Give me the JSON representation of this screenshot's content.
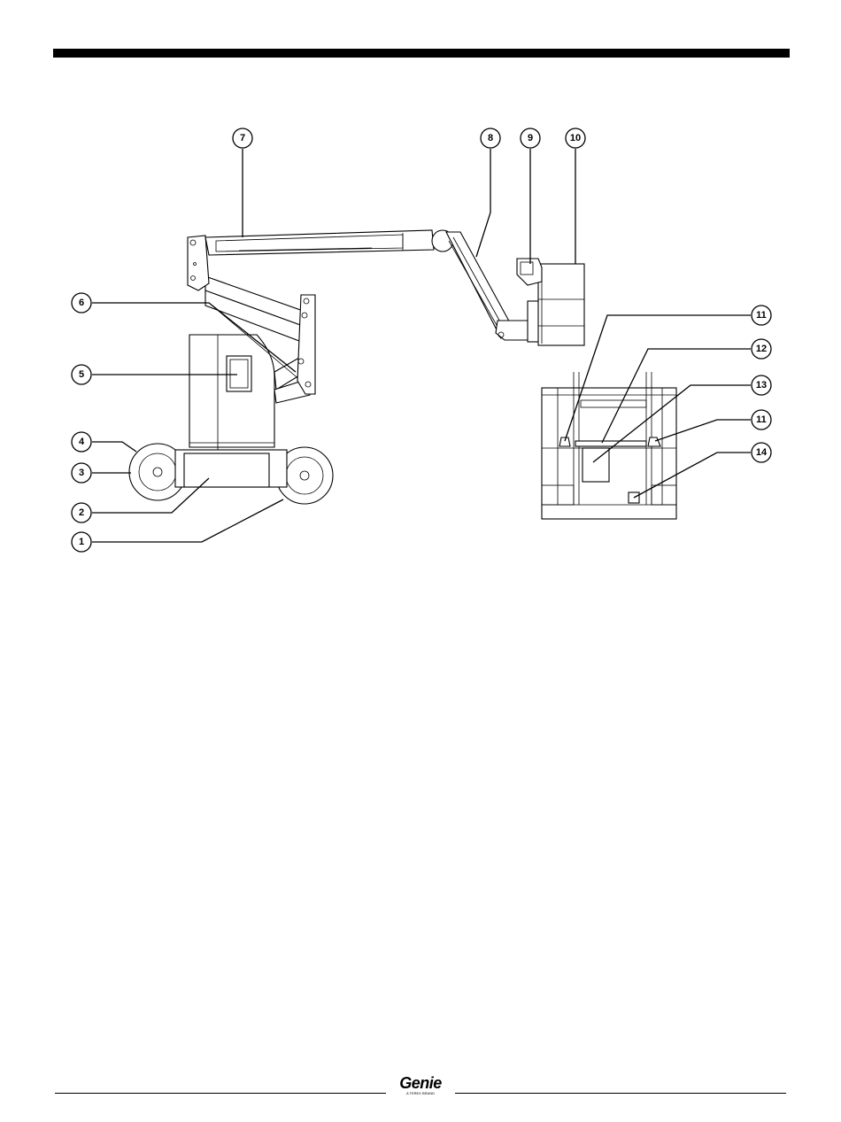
{
  "callouts": {
    "c1": "1",
    "c2": "2",
    "c3": "3",
    "c4": "4",
    "c5": "5",
    "c6": "6",
    "c7": "7",
    "c8": "8",
    "c9": "9",
    "c10": "10",
    "c11a": "11",
    "c11b": "11",
    "c12": "12",
    "c13": "13",
    "c14": "14"
  },
  "footer": {
    "logo_text": "Genie",
    "logo_tagline": "A TEREX BRAND"
  }
}
